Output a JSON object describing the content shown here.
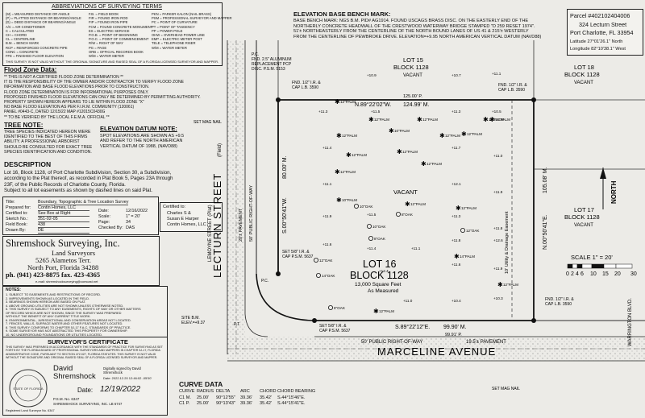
{
  "abbrev": {
    "title": "ABBREVIATIONS OF SURVEYING TERMS",
    "col1": [
      "(M) = MEASURED DISTANCE OR ANGLE",
      "(P) = PLATTED DISTANCE OR BEARING/ANGLE",
      "(D) = DEED DISTANCE OR BEARING/ANGLE",
      "A/C = AIR CONDITIONER",
      "C = CALCULATED",
      "CH = CHORD",
      "CL = CENTERLINE",
      "B.M. = BENCH MARK",
      "RCP = REINFORCED CONCRETE PIPE",
      "CONC = CONCRETE",
      "FFE = FINISHED FLOOR ELEVATION"
    ],
    "col2": [
      "F.B. = FIELD BOOK",
      "FIR = FOUND IRON ROD",
      "FIP = FOUND IRON PIPE",
      "FCM = FOUND CONCRETE MONUMENT",
      "ES = ELECTRIC SERVICE",
      "P.O.B. = POINT OF BEGINNING",
      "P.O.C. = POINT OF COMMENCEMENT",
      "R/W = RIGHT OF WAY",
      "PG = PAGE",
      "ORB = OFFICIAL RECORDS BOOK",
      "W/M = WATER METER"
    ],
    "col3": [
      "PKN = PARKER KALON (NAIL BRASS)",
      "PSM = PROFESSIONAL SURVEYOR AND MAPPER",
      "PC = POINT OF CURVATURE",
      "PT = POINT OF TANGENCY",
      "PP = POWER POLE",
      "OHW = OVERHEAD POWER LINE",
      "EMP = ELECTRIC METER POST",
      "TELE = TELEPHONE RISER",
      "W/M = WATER METER"
    ],
    "note": "THIS SURVEY IS NOT VALID WITHOUT THE ORIGINAL SIGNATURE AND RAISED SEAL OF A FLORIDA LICENSED SURVEYOR AND MAPPER."
  },
  "flood": {
    "title": "Flood Zone Data:",
    "lines": [
      "** THIS IS NOT A CERTIFIED FLOOD ZONE DETERMINATION **",
      "IT IS THE RESPONSIBILITY OF THE OWNER AND/OR CONTRACTOR TO VERIFY FLOOD ZONE",
      "INFORMATION AND BASE FLOOD ELEVATIONS PRIOR TO CONSTRUCTION.",
      "FLOOD ZONE DETERMINATION IS FOR INFORMATIONAL PURPOSES ONLY.",
      "PROPOSED FINISHED FLOOR ELEVATIONS CAN ONLY BE DETERMINED BY PERMITTING AUTHORITY.",
      "PROPERTY SHOWN HEREON APPEARS TO LIE WITHIN FLOOD ZONE \"X\"",
      "NO BASE FLOOD ELEVATION AS PER F.I.R.M. COMMUNITY (120061)",
      "PANEL #0443-C, DATED 12/15/22 MAP #12015C0430G",
      "** TO BE VERIFIED BY THE LOCAL F.E.M.A. OFFICIAL **"
    ]
  },
  "tree": {
    "title": "TREE NOTE:",
    "lines": [
      "TREE SPECIES INDICATED HEREON WERE",
      "IDENTIFIED TO THE BEST OF THIS FIRMS",
      "ABILITY. A PROFESSIONAL ARBORIST",
      "SHOULD BE CONSULTED FOR EXACT TREE",
      "SPECIES IDENTIFICATION AND CONDITION."
    ]
  },
  "datum": {
    "title": "ELEVATION DATUM NOTE:",
    "lines": [
      "SPOT ELEVATIONS ARE SHOWN AS +9.5",
      "AND REFER TO THE NORTH AMERICAN",
      "VERTICAL DATUM OF 1988, (NAVD88)"
    ]
  },
  "description": {
    "title": "DESCRIPTION",
    "lines": [
      "Lot 16, Block 1128, of Port Charlotte Subdivision, Section 30, a Subdivision,",
      "according to the Plat thereof, as recorded in Plat Book 5, Pages 23A through",
      "23F, of the Public Records of Charlotte County, Florida.",
      "Subject to all lot easements as shown by dashed lines on said Plat."
    ]
  },
  "titleblock": {
    "rows": [
      {
        "label": "Title:",
        "value": "Boundary, Topographic & Tree Location Survey"
      },
      {
        "label": "Prepared for:",
        "value": "Contin Homes, LLC"
      },
      {
        "label": "Certified to:",
        "value": "See Box at Right"
      },
      {
        "label": "Sketch No.:",
        "value": "351-02-05"
      },
      {
        "label": "Field Book:",
        "value": "438"
      },
      {
        "label": "Drawn By:",
        "value": "DE"
      }
    ],
    "right": [
      {
        "label": "Date:",
        "value": "12/16/2022"
      },
      {
        "label": "Scale:",
        "value": "1\" = 20'"
      },
      {
        "label": "Page:",
        "value": "34"
      },
      {
        "label": "Checked By:",
        "value": "DAS"
      }
    ]
  },
  "certified": {
    "title": "Certified to:",
    "lines": [
      "Charles S &",
      "Susan E Harper",
      "Contin Homes, LLC"
    ]
  },
  "company": {
    "name": "Shremshock Surveying, Inc.",
    "sub": "Land Surveyors",
    "addr1": "5265 Alametos Terr.",
    "addr2": "North Port, Florida 34288",
    "phone": "ph. (941) 423-8875 fax. 423-4365",
    "email": "e-mail: shremshocksurveying@comcast.net"
  },
  "notes": {
    "title": "NOTES:",
    "lines": [
      "1. SUBJECT TO EASEMENTS AND RESTRICTIONS OF RECORD.",
      "2. IMPROVEMENTS SHOWN AS LOCATED IN THE FIELD.",
      "3. BEARINGS SHOWN HEREON ARE BASED ON PLAT.",
      "4. ABOVE GROUND UTILITIES ARE NOT SHOWN UNLESS OTHERWISE NOTED.",
      "5. THIS SURVEY IS SUBJECT TO ANY EASEMENTS, RIGHTS OF WAY OR OTHER MATTERS",
      "   OF RECORD WHICH ARE NOT SHOWN, SINCE THE SURVEY WAS PREPARED",
      "   WITHOUT THE BENEFIT OF ANY CURRENT TITLE WORK.",
      "6. ENVIRONMENTAL, JURISDICTIONAL AND CONSERVATION AREAS NOT LOCATED.",
      "7. FENCES, WALLS, SURFACE WATER AND OTHER FEATURES NOT LOCATED.",
      "8. THIS SURVEY CONFORMS TO CHAPTER 5J-17 F.A.C. STANDARDS OF PRACTICE.",
      "9. SOME SURVEYOR HAS NOT ABSTRACTED THIS PROPERTY FOR OWNERSHIP.",
      "10. NO UNDERGROUND FOUNDATIONS OR UTILITIES LOCATED."
    ]
  },
  "surveyor_cert": {
    "title": "SURVEYOR'S CERTIFICATE",
    "text": "THIS SURVEY WAS PREPARED IN ACCORDANCE WITH THE STANDARDS OF PRACTICE FOR SURVEYING AS SET FORTH BY THE FLORIDA BOARD OF PROFESSIONAL SURVEYORS AND MAPPERS IN CHAPTER 5J-17, FLORIDA ADMINISTRATIVE CODE, PURSUANT TO SECTION 472.027, FLORIDA STATUTES. THIS SURVEY IS NOT VALID WITHOUT THE SIGNATURE AND ORIGINAL RAISED SEAL OF A FLORIDA LICENSED SURVEYOR AND MAPPER.",
    "name": "David Shremshock",
    "signed": "Digitally signed by David Shremshock",
    "signed_date": "Date: 2022.12.20 12:46:02 -05'00'",
    "date_label": "Date:",
    "date": "12/19/2022",
    "license": "P.S.M. No. 6347",
    "firm": "SHREMSHOCK SURVEYING, INC. LB 6747",
    "seal": "STATE OF FLORIDA",
    "reg": "Registered Land Surveyor No. 6347"
  },
  "bench": {
    "title": "ELEVATION BASE BENCH MARK:",
    "lines": [
      "BASE BENCH MARK: NGS B.M. PID# AG1914. FOUND USCAGS BRASS DISC. ON THE EASTERLY END OF THE",
      "NORTHERLY CONCRETE HEADWALL OF THE CRESTWOOD WATERWAY BRIDGE STAMPED \"D 259 RESET 1974\".",
      "51'± NORTHEASTERLY FROM THE CENTERLINE OF THE NORTH BOUND LANES OF US 41 & 215'± WESTERLY",
      "FROM THE CENTERLINE OF PEWBROKE DRIVE. ELEVATION=+9.95 NORTH AMERICAN VERTICAL DATUM (NAVD88)"
    ]
  },
  "parcel": {
    "line1": "Parcel #402102404006",
    "line2": "324 Lecturn Street",
    "line3": "Port Charlotte, FL 33954",
    "lat": "Latitude 27°01'26.1\" North",
    "lon": "Longitude 82°10'38.1\" West"
  },
  "plan": {
    "lot15": [
      "LOT 15",
      "BLOCK 1128",
      "VACANT"
    ],
    "lot18": [
      "LOT 18",
      "BLOCK 1128",
      "VACANT"
    ],
    "lot17": [
      "LOT 17",
      "BLOCK 1128",
      "VACANT"
    ],
    "lot16": [
      "LOT 16",
      "BLOCK 1128"
    ],
    "area": "13,000 Square Feet",
    "area2": "As Measured",
    "vacant": "VACANT",
    "street1": "LECTURN STREET",
    "street1b": "LEMOYNE STREET (Plat)",
    "street1c": "(Field)",
    "avenue": "MARCELINE AVENUE",
    "warrington": "WARRINGTON BLVD.",
    "north": "NORTH",
    "row50": "50' PUBLIC RIGHT-OF-WAY",
    "pavement": "19.5'± PAVEMENT",
    "utility_e": "10' Utility & Drainage Easement",
    "north_bearing": "N.89°22'02\"W.",
    "north_dist": "124.99' M.",
    "north_dist_p": "125.00' P.",
    "south_bearing": "S.89°22'12\"E.",
    "south_dist": "99.90' M.",
    "south_dist_p": "99.91' P.",
    "east_bearing": "N.00°50'41\"E.",
    "east_dist": "105.08' M.",
    "west_bearing": "S.00°50'41\"W.",
    "west_dist": "80.00' M.",
    "fnd_nw": [
      "FND. 1/2\" I.R. &",
      "CAP L.B. 3590"
    ],
    "fnd_ne": [
      "FND. 1/2\" I.R. &",
      "CAP L.B. 3590"
    ],
    "fnd_se": [
      "FND. 1/2\" I.R. &",
      "CAP L.B. 3590"
    ],
    "set_mag": "SET MAG NAIL",
    "set_58": [
      "SET 5/8\" I.R. &",
      "CAP P.S.M. 5637"
    ],
    "pc": "P.C.",
    "pt": "P.T.",
    "pc_top": [
      "P.C.",
      "FND. 2.5\" ALUMINUM",
      "REPLACEMENT PCP",
      "DISC. P.S.M. 5153"
    ],
    "row_label": "50' PUBLIC RIGHT-OF-WAY",
    "pave_label": "20'± PAVEMENT",
    "site_bm": "SITE B.M.",
    "site_bm_elev": "ELEV.=+9.37",
    "scale_title": "SCALE 1\" = 20'",
    "scale_ticks": [
      "0",
      "2",
      "4",
      "6",
      "10",
      "15",
      "20",
      "30"
    ],
    "trees": [
      "12\"PALM",
      "12\"PALM",
      "12\"PALM",
      "10\"PALM",
      "12\"PALM",
      "12\"PALM",
      "12\"PALM",
      "12\"PALM",
      "12\"PALM",
      "12\"PALM",
      "12\"PALM",
      "10\"PALM",
      "12\"PALM",
      "12\"PALM",
      "10\"OAK",
      "10\"OAK",
      "8\"OAK",
      "8\"OAK",
      "12\"OAK",
      "12\"OAK",
      "14\"OAK",
      "6\"OAK",
      "12\"PALM",
      "12\"PALM",
      "12\"PALM",
      "14\"PALM",
      "12\"PALM"
    ],
    "spots": [
      "+10.9",
      "+10.7",
      "+11.1",
      "+11.3",
      "+11.5",
      "+11.3",
      "+10.5",
      "+11.4",
      "+11.7",
      "+11.0",
      "+11.1",
      "+12.1",
      "+11.9",
      "+11.9",
      "+11.5",
      "+11.3",
      "+11.8",
      "+11.6",
      "+11.4",
      "+11.1",
      "+11.8",
      "+12.6",
      "+12.4",
      "+11.6",
      "+11.9",
      "+11.0",
      "+10.4",
      "+10.3"
    ]
  },
  "curve": {
    "title": "CURVE DATA",
    "headers": [
      "CURVE",
      "RADIUS",
      "DELTA",
      "ARC",
      "CHORD",
      "CHORD BEARING"
    ],
    "rows": [
      [
        "C1 M.",
        "25.00'",
        "90°12'55\"",
        "39.36'",
        "35.42'",
        "S.44°15'46\"E."
      ],
      [
        "C1 P.",
        "25.00'",
        "90°13'43\"",
        "39.36'",
        "35.42'",
        "S.44°15'41\"E."
      ]
    ]
  }
}
